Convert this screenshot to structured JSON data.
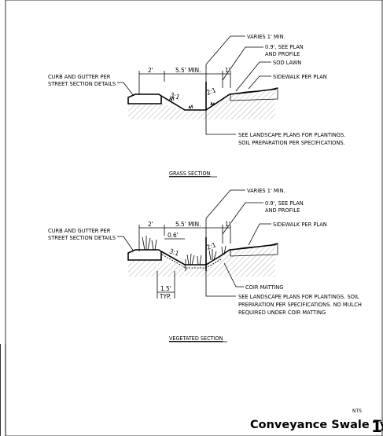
{
  "grass_section": {
    "title": "GRASS SECTION",
    "labels": {
      "varies": "VARIES 1' MIN.",
      "depth_1": "0.9', SEE PLAN",
      "depth_2": "AND PROFILE",
      "sod": "SOD LAWN",
      "curb_1": "CURB AND GUTTER PER",
      "curb_2": "STREET SECTION DETAILS",
      "sidewalk": "SIDEWALK PER PLAN",
      "landscape_1": "SEE LANDSCAPE PLANS FOR PLANTINGS.",
      "landscape_2": "SOIL PREPARATION PER SPECIFICATIONS."
    },
    "dims": {
      "left": "2'",
      "middle": "5.5' MIN.",
      "right": "1'",
      "slope_left": "3:1",
      "slope_right": "2:1"
    }
  },
  "vegetated_section": {
    "title": "VEGETATED SECTION",
    "labels": {
      "varies": "VARIES 1' MIN.",
      "depth_1": "0.9', SEE PLAN",
      "depth_2": "AND PROFILE",
      "curb_1": "CURB AND GUTTER PER",
      "curb_2": "STREET SECTION DETAILS",
      "sidewalk": "SIDEWALK PER PLAN",
      "coir": "COIR MATTING",
      "landscape_1": "SEE LANDSCAPE PLANS FOR PLANTINGS.  SOIL",
      "landscape_2": "PREPARATION PER SPECIFICATIONS. NO MULCH",
      "landscape_3": "REQUIRED UNDER COIR MATTING"
    },
    "dims": {
      "left": "2'",
      "middle": "5.5' MIN.",
      "right": "1'",
      "offset": "0.6'",
      "slope_left": "3:1",
      "slope_right": "2:1",
      "typ_1": "1.5'",
      "typ_2": "TYP."
    }
  },
  "footer": {
    "nts": "NTS",
    "title": "Conveyance Swale Type II",
    "sheet": "1"
  }
}
